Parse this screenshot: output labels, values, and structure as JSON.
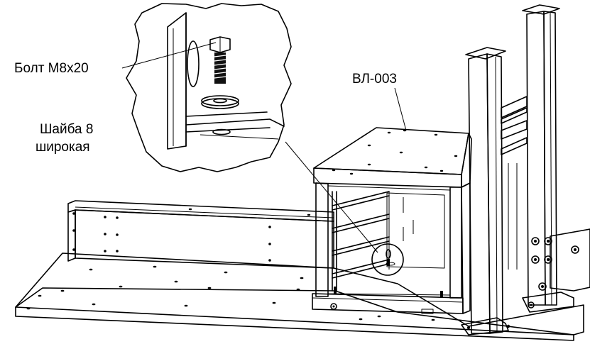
{
  "callouts": {
    "bolt": "Болт М8х20",
    "part": "ВЛ-003",
    "washer_line1": "Шайба 8",
    "washer_line2": "широкая"
  }
}
